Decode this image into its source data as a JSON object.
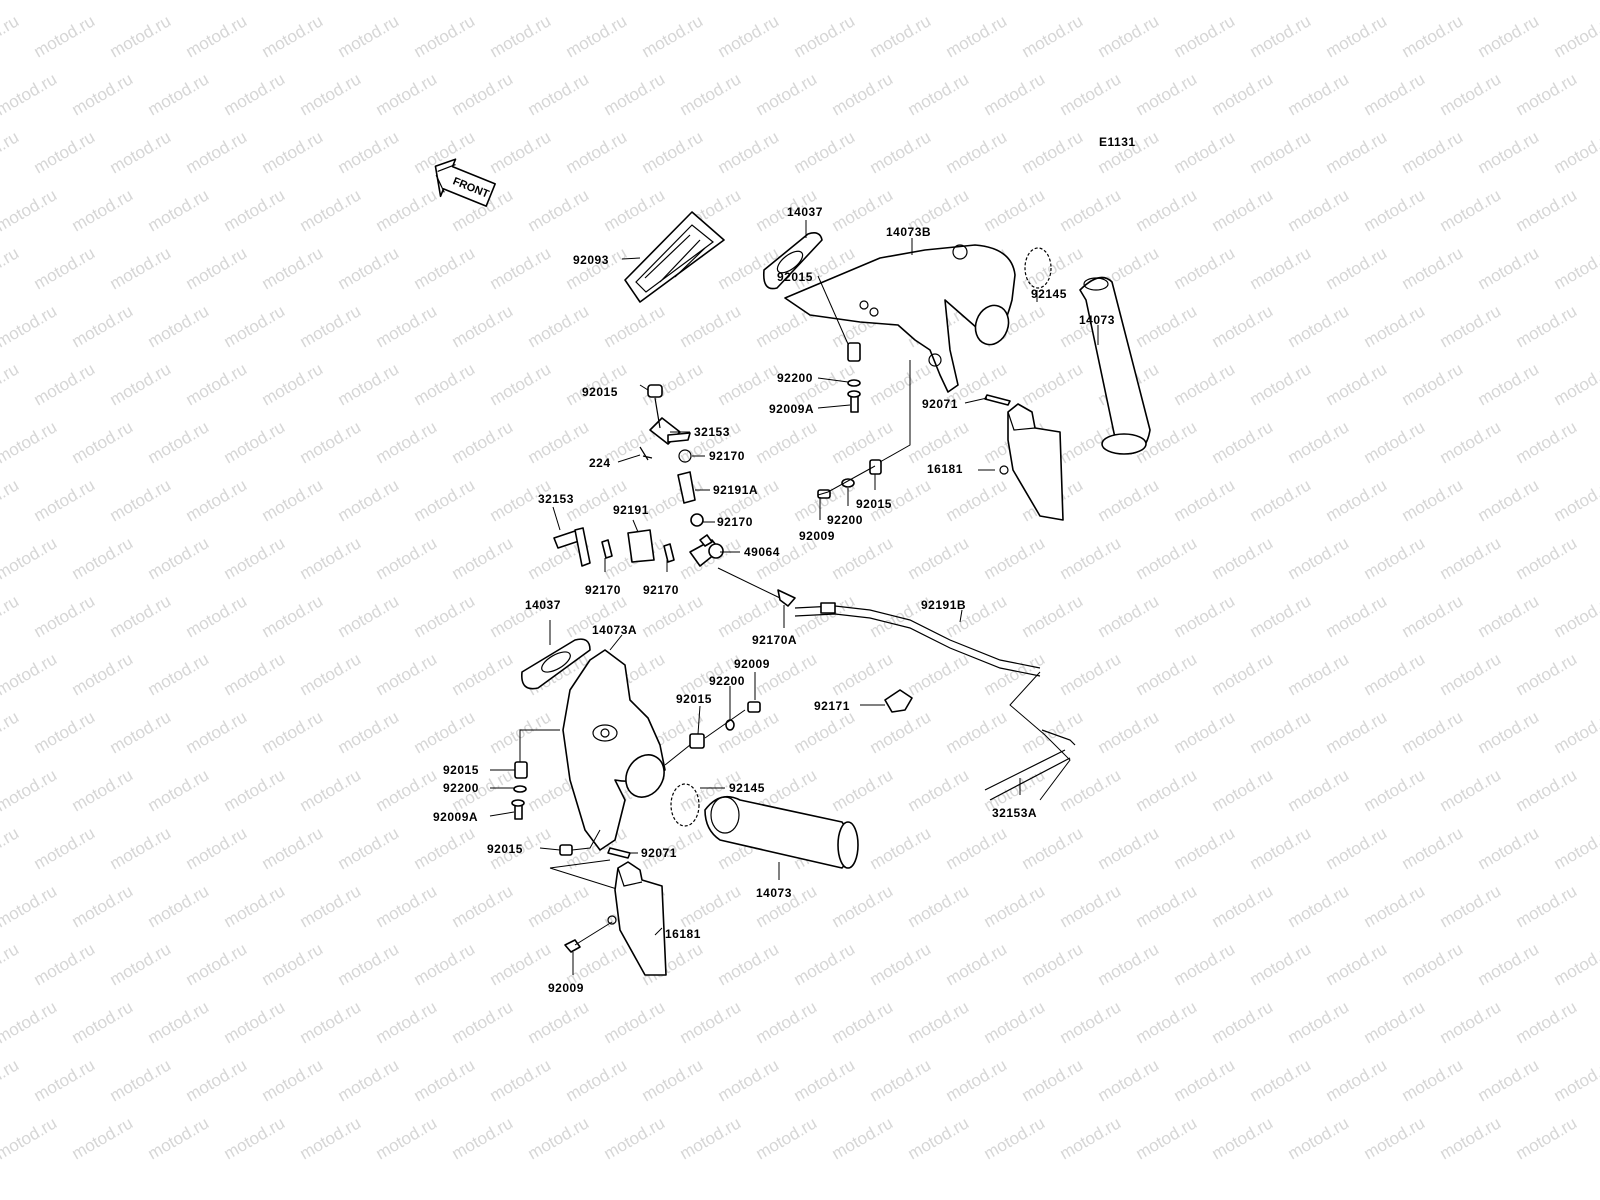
{
  "diagram": {
    "code": "E1131",
    "front_label": "FRONT",
    "watermark": "motod.ru",
    "labels": {
      "l92093": "92093",
      "l14037_top": "14037",
      "l14073b": "14073B",
      "l92145_top": "92145",
      "l14073_top": "14073",
      "l92015_a": "92015",
      "l92200_a": "92200",
      "l92009a_a": "92009A",
      "l92015_b": "92015",
      "l32153_a": "32153",
      "l224": "224",
      "l92170_a": "92170",
      "l92071_top": "92071",
      "l16181_top": "16181",
      "l92191a": "92191A",
      "l32153_b": "32153",
      "l92191": "92191",
      "l92170_b": "92170",
      "l49064": "49064",
      "l92170_c": "92170",
      "l92170_d": "92170",
      "l92015_c": "92015",
      "l92200_b": "92200",
      "l92009_a": "92009",
      "l92191b": "92191B",
      "l92170a": "92170A",
      "l14037_bot": "14037",
      "l14073a": "14073A",
      "l92009_b": "92009",
      "l92200_c": "92200",
      "l92015_d": "92015",
      "l92171": "92171",
      "l92015_e": "92015",
      "l92200_d": "92200",
      "l92009a_b": "92009A",
      "l92145_bot": "92145",
      "l32153a": "32153A",
      "l92015_f": "92015",
      "l92071_bot": "92071",
      "l14073_bot": "14073",
      "l16181_bot": "16181",
      "l92009_c": "92009"
    }
  }
}
